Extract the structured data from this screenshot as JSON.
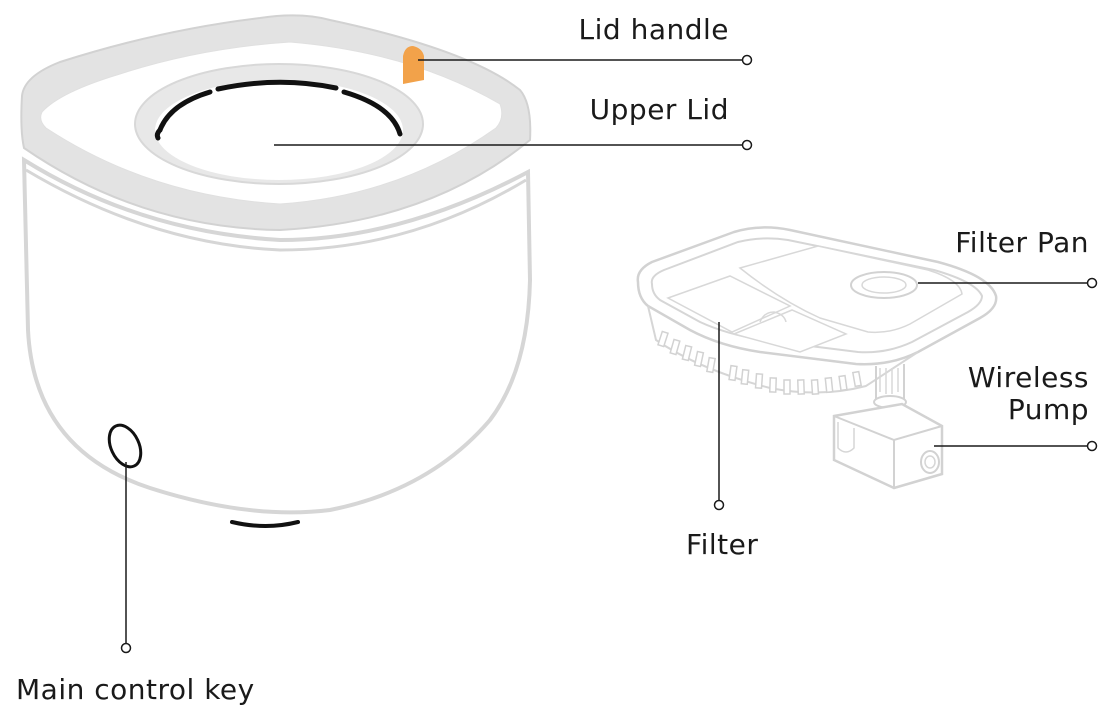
{
  "labels": {
    "lid_handle": "Lid handle",
    "upper_lid": "Upper Lid",
    "filter_pan": "Filter Pan",
    "wireless_pump_line1": "Wireless",
    "wireless_pump_line2": "Pump",
    "filter": "Filter",
    "main_control_key": "Main control key"
  },
  "colors": {
    "outline_light": "#d6d6d6",
    "outline_mid": "#bdbdbd",
    "ring_fill": "#e8e8e8",
    "handle_accent": "#f2a24a",
    "leader_line": "#1a1a1a",
    "dark_stroke": "#111111"
  }
}
